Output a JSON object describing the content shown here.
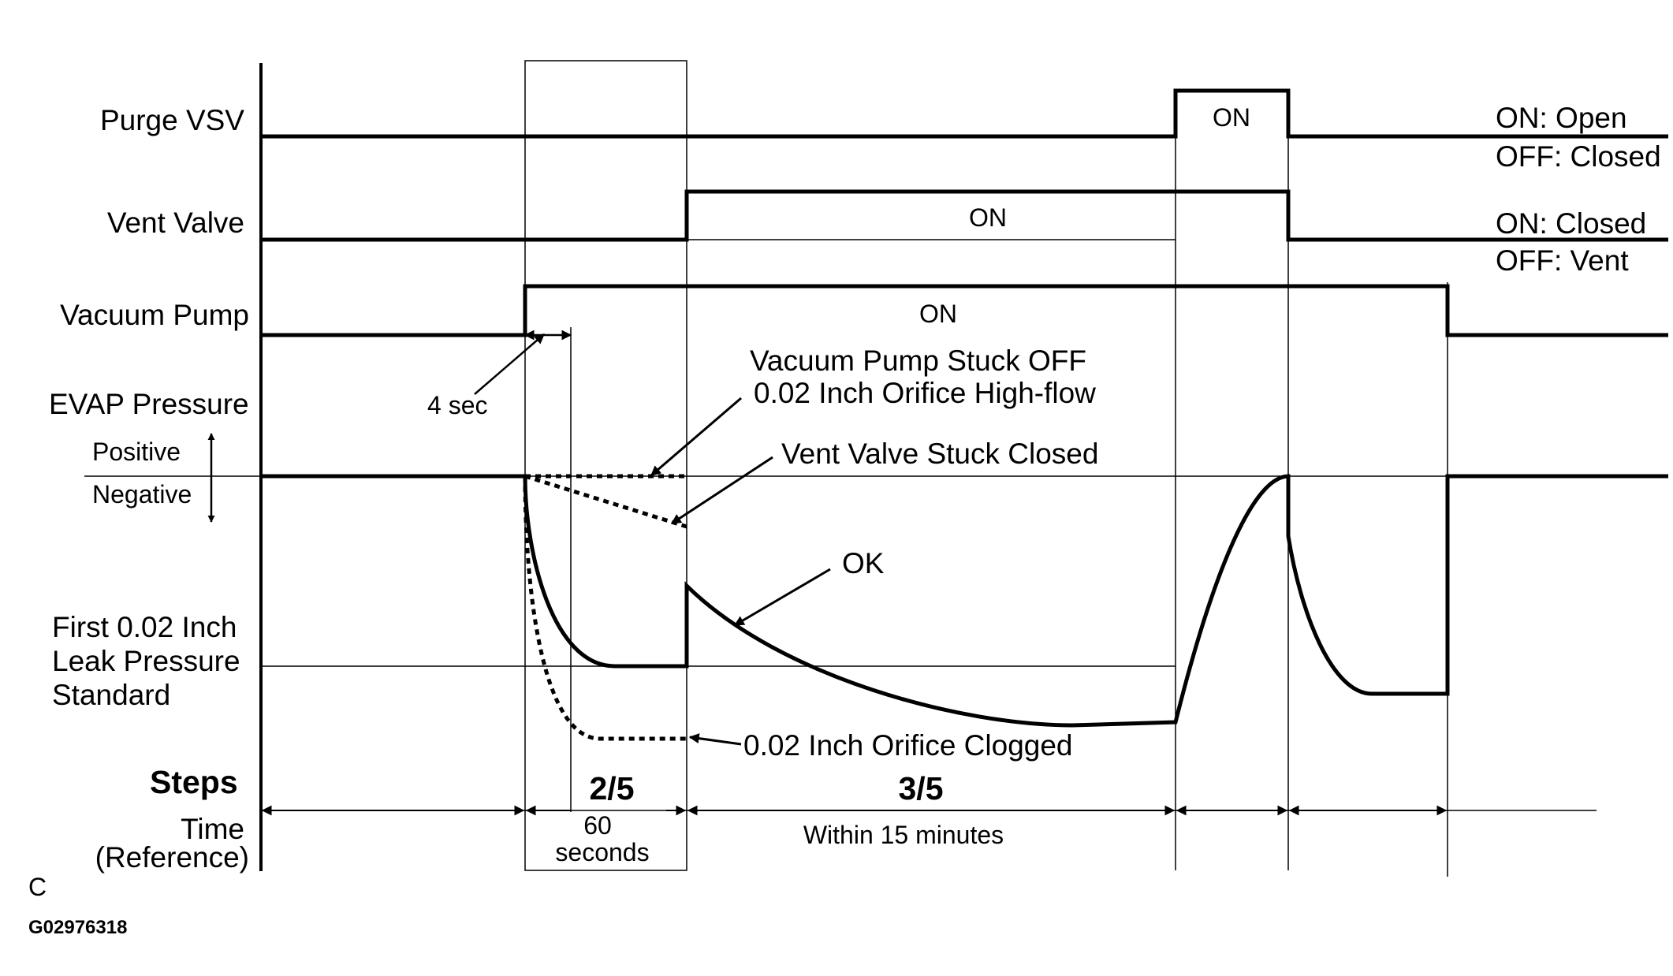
{
  "signals": {
    "purge_vsv": "Purge VSV",
    "vent_valve": "Vent Valve",
    "vacuum_pump": "Vacuum Pump",
    "evap_pressure": "EVAP Pressure",
    "positive": "Positive",
    "negative": "Negative",
    "leak_standard": [
      "First 0.02 Inch",
      "Leak Pressure",
      "Standard"
    ]
  },
  "states": {
    "on": "ON",
    "purge_on_meaning": "ON: Open",
    "purge_off_meaning": "OFF: Closed",
    "vent_on_meaning": "ON: Closed",
    "vent_off_meaning": "OFF: Vent"
  },
  "annotations": {
    "delay": "4 sec",
    "pump_stuck_off": "Vacuum Pump Stuck OFF",
    "orifice_high_flow": "0.02 Inch Orifice High-flow",
    "vent_stuck_closed": "Vent Valve Stuck Closed",
    "ok": "OK",
    "orifice_clogged": "0.02 Inch Orifice Clogged"
  },
  "steps": {
    "title": "Steps",
    "step_2": "2/5",
    "step_3": "3/5",
    "time_label": "Time",
    "time_ref": "(Reference)",
    "duration_2": [
      "60",
      "seconds"
    ],
    "duration_3": "Within 15 minutes"
  },
  "footer": {
    "view": "C",
    "figure_code": "G02976318"
  }
}
